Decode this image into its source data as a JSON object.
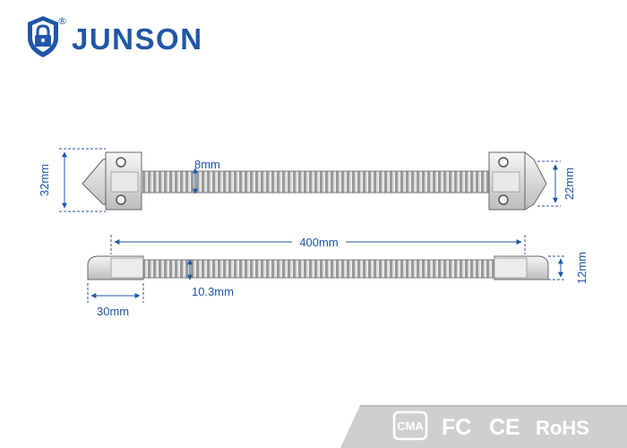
{
  "brand": {
    "name": "JUNSON",
    "registered_mark": "®",
    "color": "#1f56a8",
    "logo_icon": "shield-padlock-icon"
  },
  "diagram": {
    "top_view": {
      "height_label": "32mm",
      "wire_label": "8mm",
      "right_height_label": "22mm"
    },
    "side_view": {
      "length_label": "400mm",
      "diameter_label": "10.3mm",
      "end_width_label": "30mm",
      "right_height_label": "12mm"
    },
    "dimension_color": "#1f56a8"
  },
  "certifications": [
    "CMA",
    "FC",
    "CE",
    "RoHS"
  ]
}
